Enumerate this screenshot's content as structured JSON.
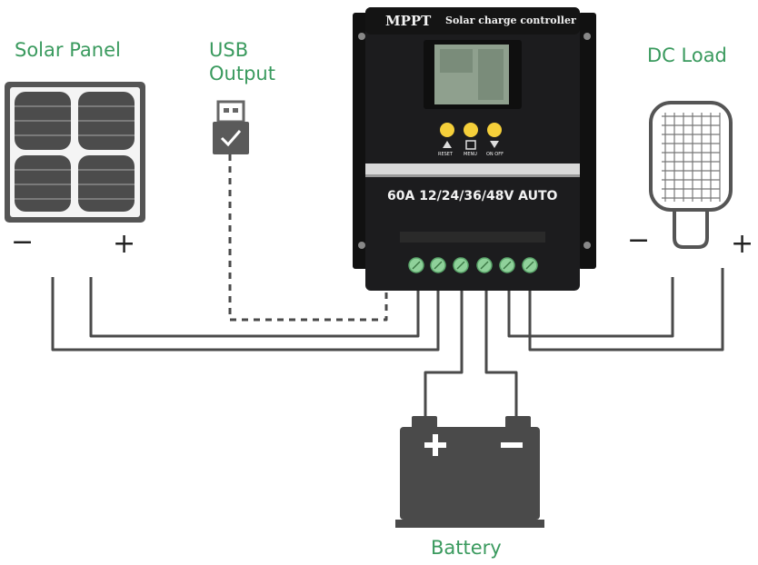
{
  "labels": {
    "solar_panel": "Solar Panel",
    "usb_line1": "USB",
    "usb_line2": "Output",
    "dc_load": "DC Load",
    "battery": "Battery"
  },
  "terminals": {
    "solar_minus": "−",
    "solar_plus": "+",
    "load_minus": "−",
    "load_plus": "+"
  },
  "controller": {
    "brand": "MPPT",
    "title": "Solar charge controller",
    "rating": "60A 12/24/36/48V AUTO",
    "button_labels": [
      "RESET",
      "MENU",
      "ON OFF"
    ]
  },
  "colors": {
    "label_green": "#3a9a5e",
    "button_yellow": "#f5cf3a",
    "terminal_green": "#8fd19a",
    "controller_body": "#1c1c1e",
    "wire": "#4a4a4a"
  }
}
